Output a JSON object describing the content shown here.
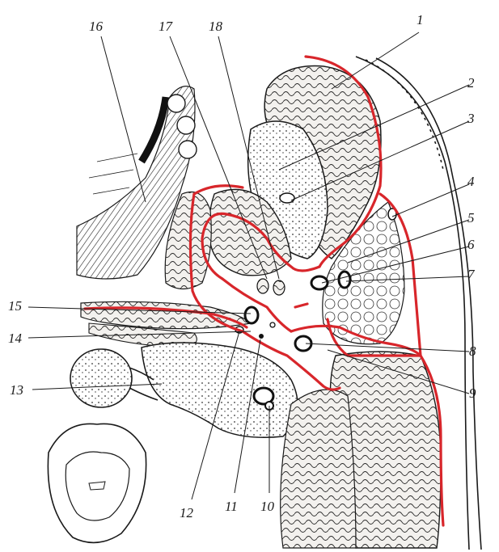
{
  "figure": {
    "colors": {
      "ink": "#1a1a1a",
      "fascia": "#d8262b",
      "paper": "#ffffff",
      "muscle_fill": "#f3f1ee"
    },
    "labels": [
      {
        "id": "1",
        "text": "1"
      },
      {
        "id": "2",
        "text": "2"
      },
      {
        "id": "3",
        "text": "3"
      },
      {
        "id": "4",
        "text": "4"
      },
      {
        "id": "5",
        "text": "5"
      },
      {
        "id": "6",
        "text": "6"
      },
      {
        "id": "7",
        "text": "7"
      },
      {
        "id": "8",
        "text": "8"
      },
      {
        "id": "9",
        "text": "9"
      },
      {
        "id": "10",
        "text": "10"
      },
      {
        "id": "11",
        "text": "11"
      },
      {
        "id": "12",
        "text": "12"
      },
      {
        "id": "13",
        "text": "13"
      },
      {
        "id": "14",
        "text": "14"
      },
      {
        "id": "15",
        "text": "15"
      },
      {
        "id": "16",
        "text": "16"
      },
      {
        "id": "17",
        "text": "17"
      },
      {
        "id": "18",
        "text": "18"
      }
    ]
  }
}
